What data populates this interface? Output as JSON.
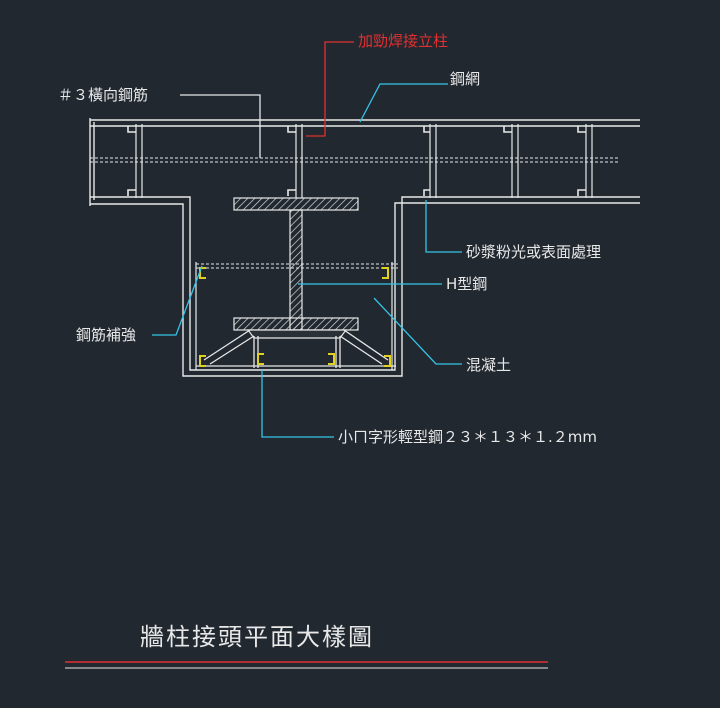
{
  "title": "牆柱接頭平面大樣圖",
  "labels": {
    "stiffener_weld_column": "加勁焊接立柱",
    "rebar_3_horizontal": "＃３橫向鋼筋",
    "steel_mesh": "鋼網",
    "mortar_finish": "砂漿粉光或表面處理",
    "h_steel": "H型鋼",
    "rebar_reinforcement": "鋼筋補強",
    "concrete": "混凝土",
    "light_channel_steel": "小ㄇ字形輕型鋼２３＊１３＊１.２mm"
  },
  "colors": {
    "background": "#212830",
    "lines": "#e8e8e8",
    "leader_cyan": "#33c4e8",
    "leader_red": "#e03030",
    "hatch": "#e8e8e8",
    "clip_yellow": "#e0d020"
  }
}
